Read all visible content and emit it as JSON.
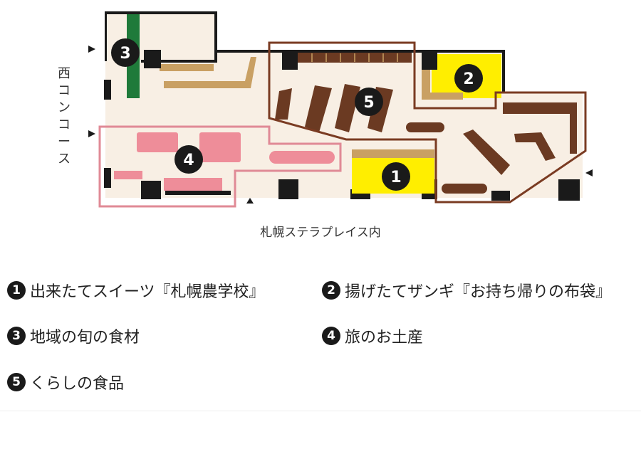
{
  "map": {
    "side_label": [
      "西",
      "コ",
      "ン",
      "コ",
      "ー",
      "ス"
    ],
    "bottom_caption": "札幌ステラプレイス内",
    "markers": [
      "1",
      "2",
      "3",
      "4",
      "5"
    ]
  },
  "legend": [
    {
      "num": "1",
      "text": "出来たてスイーツ『札幌農学校』"
    },
    {
      "num": "2",
      "text": "揚げたてザンギ『お持ち帰りの布袋』"
    },
    {
      "num": "3",
      "text": "地域の旬の食材"
    },
    {
      "num": "4",
      "text": "旅のお土産"
    },
    {
      "num": "5",
      "text": "くらしの食品"
    }
  ],
  "colors": {
    "floor": "#f8efe4",
    "wall": "#1a1a1a",
    "tan": "#c9a063",
    "green": "#1f7a3a",
    "yellow": "#ffee00",
    "pink": "#ee8d99",
    "pink_outline": "#e08a96",
    "brown": "#6b3a22",
    "brown_outline": "#7a3b22"
  }
}
